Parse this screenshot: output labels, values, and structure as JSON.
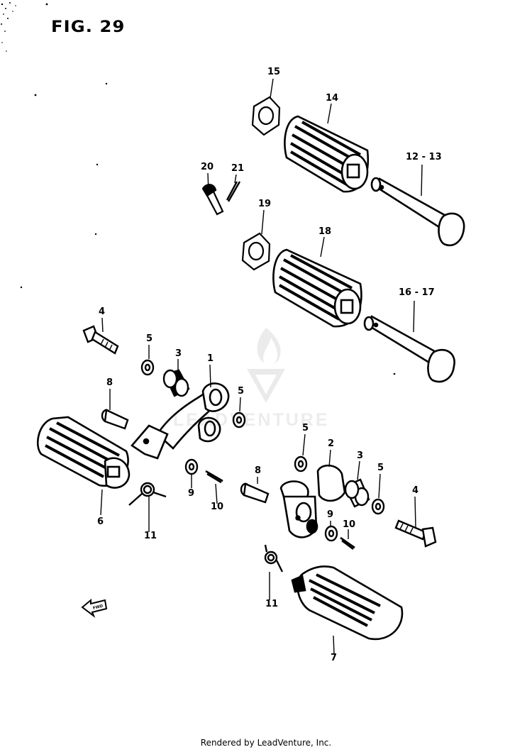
{
  "figure": {
    "title": "FIG. 29"
  },
  "callouts": {
    "c1": "1",
    "c2": "2",
    "c3a": "3",
    "c3b": "3",
    "c4a": "4",
    "c4b": "4",
    "c5a": "5",
    "c5b": "5",
    "c5c": "5",
    "c5d": "5",
    "c6": "6",
    "c7": "7",
    "c8a": "8",
    "c8b": "8",
    "c9a": "9",
    "c9b": "9",
    "c10a": "10",
    "c10b": "10",
    "c11a": "11",
    "c11b": "11",
    "c12_13": "12 - 13",
    "c14": "14",
    "c15": "15",
    "c16_17": "16 - 17",
    "c18": "18",
    "c19": "19",
    "c20": "20",
    "c21": "21"
  },
  "direction_arrow": {
    "label": "FWD",
    "icon": "forward-arrow-icon"
  },
  "watermark": {
    "text": "LEADVENTURE",
    "icon": "leadventure-logo-icon"
  },
  "footer": {
    "credit": "Rendered by LeadVenture, Inc."
  }
}
